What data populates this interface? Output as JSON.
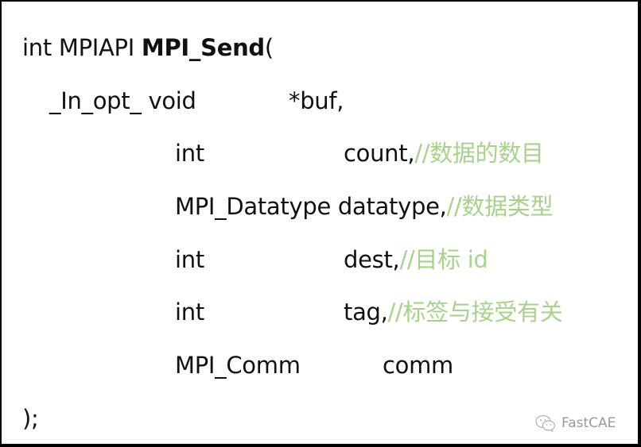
{
  "code": {
    "signature": {
      "return_type": "int",
      "calling_convention": "MPIAPI",
      "function_name": "MPI_Send",
      "open_paren": "("
    },
    "params": [
      {
        "annotation": "_In_opt_",
        "type": "void",
        "name": "*buf,",
        "comment": ""
      },
      {
        "type": "int",
        "name": "count,",
        "comment": "//数据的数目"
      },
      {
        "type": "MPI_Datatype",
        "name": "datatype,",
        "comment": "//数据类型"
      },
      {
        "type": "int",
        "name": "dest,",
        "comment": "//目标 id"
      },
      {
        "type": "int",
        "name": "tag,",
        "comment": "//标签与接受有关"
      },
      {
        "type": "MPI_Comm",
        "name": "comm",
        "comment": ""
      }
    ],
    "closing": ");"
  },
  "watermark": {
    "icon": "wechat-icon",
    "text": "FastCAE"
  },
  "colors": {
    "text": "#111111",
    "comment": "#a9d18e",
    "border": "#000000",
    "background": "#ffffff",
    "watermark": "#9a9a9a"
  }
}
